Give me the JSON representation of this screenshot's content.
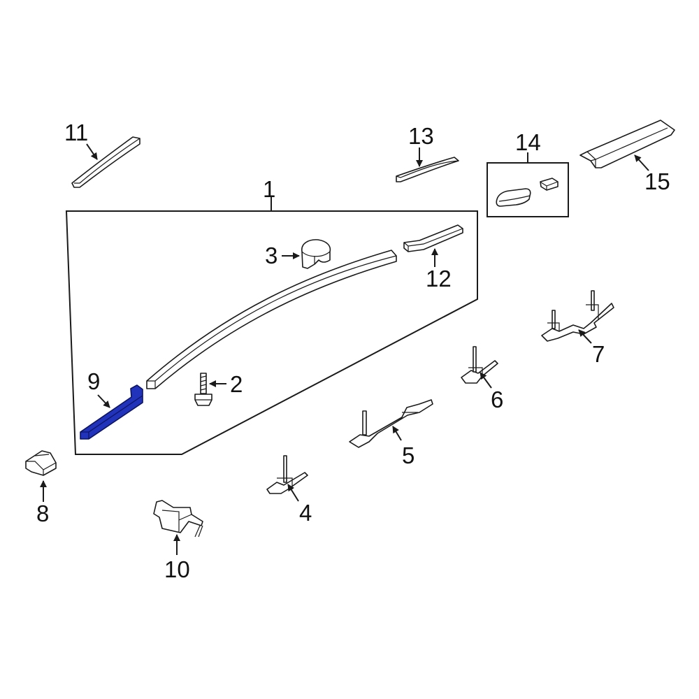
{
  "callouts": {
    "c1": "1",
    "c2": "2",
    "c3": "3",
    "c4": "4",
    "c5": "5",
    "c6": "6",
    "c7": "7",
    "c8": "8",
    "c9": "9",
    "c10": "10",
    "c11": "11",
    "c12": "12",
    "c13": "13",
    "c14": "14",
    "c15": "15"
  },
  "colors": {
    "highlight": "#2233bb",
    "line": "#1a1a1a",
    "background": "#ffffff"
  }
}
